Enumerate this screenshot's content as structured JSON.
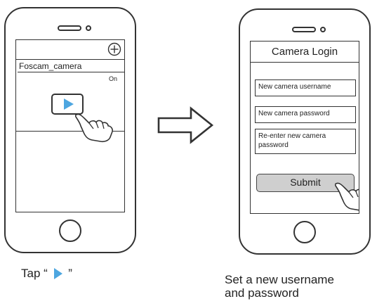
{
  "left_phone": {
    "camera_name": "Foscam_camera",
    "status": "On"
  },
  "right_phone": {
    "title": "Camera Login",
    "username_placeholder": "New camera username",
    "password_placeholder": "New camera password",
    "reenter_line1": "Re-enter new camera",
    "reenter_line2": "password",
    "submit_label": "Submit"
  },
  "captions": {
    "left_prefix": "Tap “",
    "left_suffix": "”",
    "right_line1": "Set a new username",
    "right_line2": "and password"
  },
  "colors": {
    "play_accent": "#4da6e0",
    "submit_fill": "#cfcfcf"
  },
  "icons": {
    "add": "plus-circle-icon",
    "play": "play-icon",
    "hand": "pointing-hand-icon",
    "arrow": "right-arrow-icon"
  }
}
